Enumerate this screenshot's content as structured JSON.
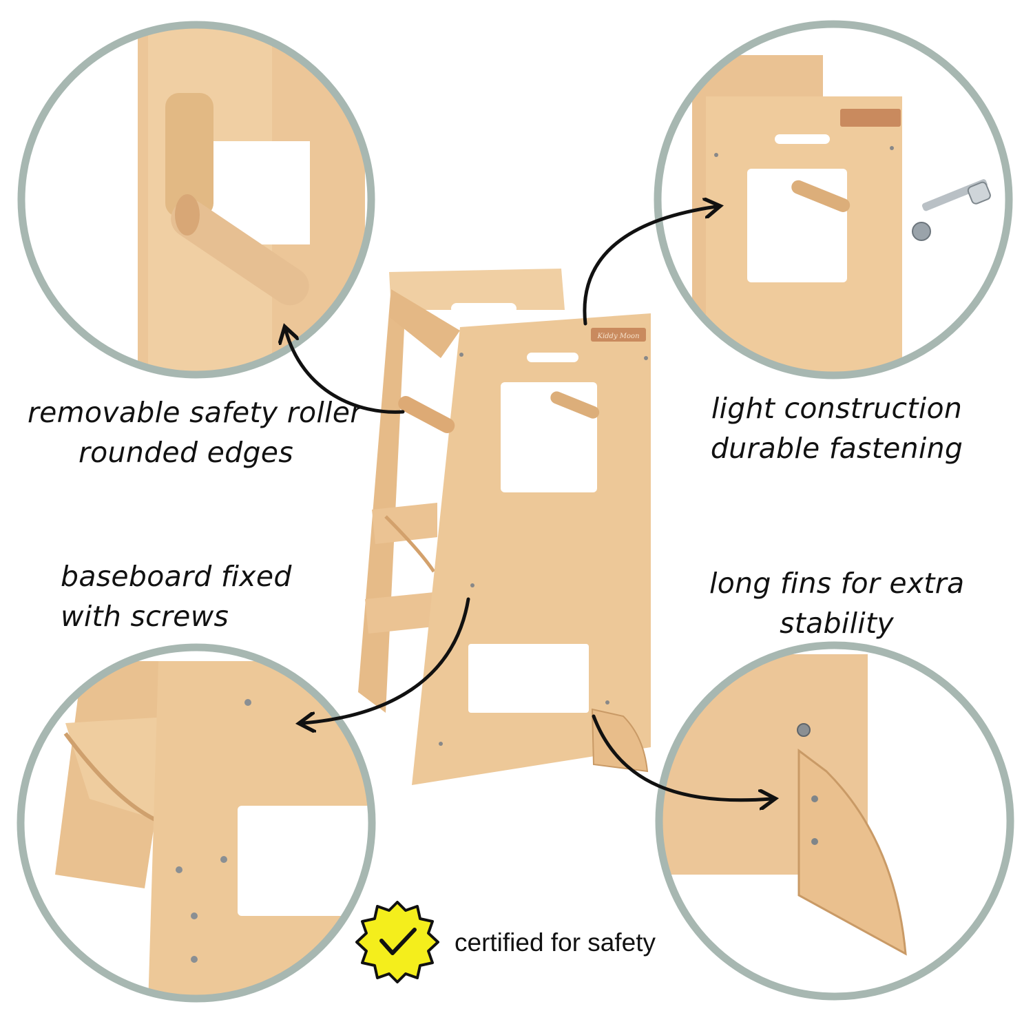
{
  "features": [
    {
      "id": "safety-roller",
      "lines": [
        "removable safety roller",
        "rounded edges"
      ]
    },
    {
      "id": "light-construction",
      "lines": [
        "light construction",
        "durable fastening"
      ]
    },
    {
      "id": "baseboard",
      "lines": [
        "baseboard fixed",
        "with screws"
      ]
    },
    {
      "id": "long-fins",
      "lines": [
        "long fins for extra",
        "stability"
      ]
    }
  ],
  "product_label": "Kiddy Moon",
  "certification": {
    "label": "certified for safety",
    "badge_color": "#f4ee1c"
  },
  "colors": {
    "wood": "#ecc698",
    "wood_dark": "#d9ab74",
    "ring": "#a7b7b1",
    "arrow": "#111111"
  }
}
